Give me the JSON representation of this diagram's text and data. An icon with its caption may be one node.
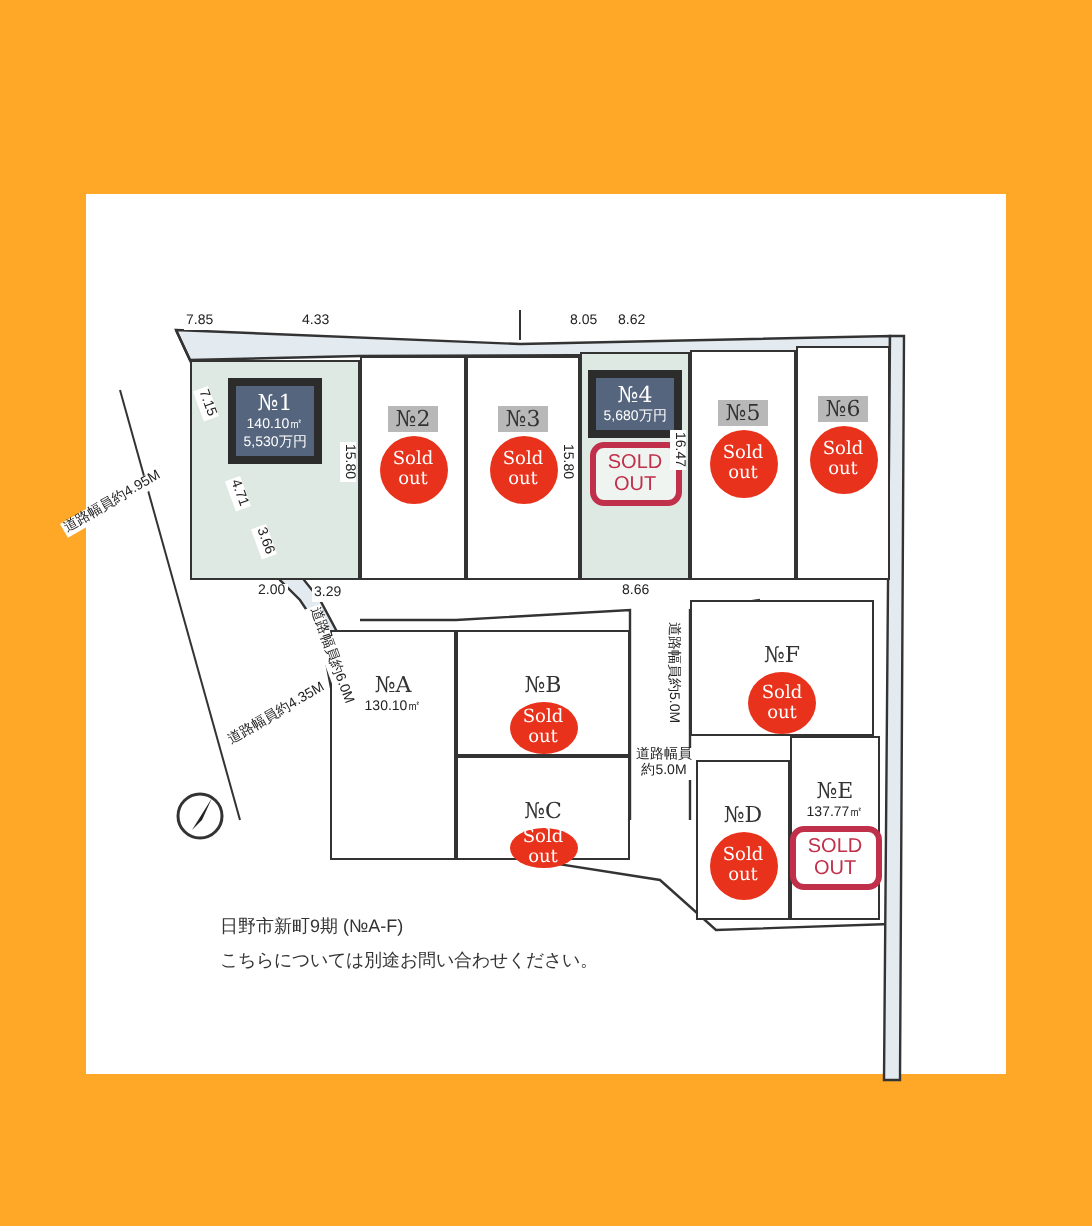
{
  "diagram": {
    "nodes": [
      {
        "text": [
          "№1",
          "140.10㎡",
          "5,530万円"
        ]
      },
      {
        "text": [
          "№2"
        ]
      },
      {
        "text": [
          "Sold out"
        ],
        "in": 1
      },
      {
        "text": [
          "№3"
        ]
      },
      {
        "text": [
          "Sold out"
        ],
        "in": 3
      },
      {
        "text": [
          "№4",
          "5,680万円"
        ]
      },
      {
        "text": [
          "SOLD OUT"
        ],
        "in": 5
      },
      {
        "text": [
          "№5"
        ]
      },
      {
        "text": [
          "Sold out"
        ],
        "in": 7
      },
      {
        "text": [
          "№6"
        ]
      },
      {
        "text": [
          "Sold out"
        ],
        "in": 9
      },
      {
        "text": [
          "№A",
          "130.10㎡"
        ]
      },
      {
        "text": [
          "№B"
        ]
      },
      {
        "text": [
          "Sold out"
        ],
        "in": 12
      },
      {
        "text": [
          "№F"
        ]
      },
      {
        "text": [
          "Sold out"
        ],
        "in": 14
      },
      {
        "text": [
          "№C"
        ]
      },
      {
        "text": [
          "Sold out"
        ],
        "in": 16
      },
      {
        "text": [
          "№D"
        ]
      },
      {
        "text": [
          "Sold out"
        ],
        "in": 18
      },
      {
        "text": [
          "№E",
          "137.77㎡"
        ]
      },
      {
        "text": [
          "SOLD OUT"
        ],
        "in": 20
      }
    ],
    "edges": [],
    "labels": [
      "7.85",
      "4.33",
      "8.05",
      "8.62",
      "7.15",
      "15.80",
      "15.80",
      "16.47",
      "道路幅員約4.95M",
      "4.71",
      "3.66",
      "2.00",
      "3.29",
      "8.66",
      "道路幅員約6.0M",
      "道路幅員約5.0M",
      "道路幅員約4.35M",
      "道路幅員約5.0M",
      "日野市新町9期 (№A-F)",
      "こちらについては別途お問い合わせください。"
    ]
  }
}
